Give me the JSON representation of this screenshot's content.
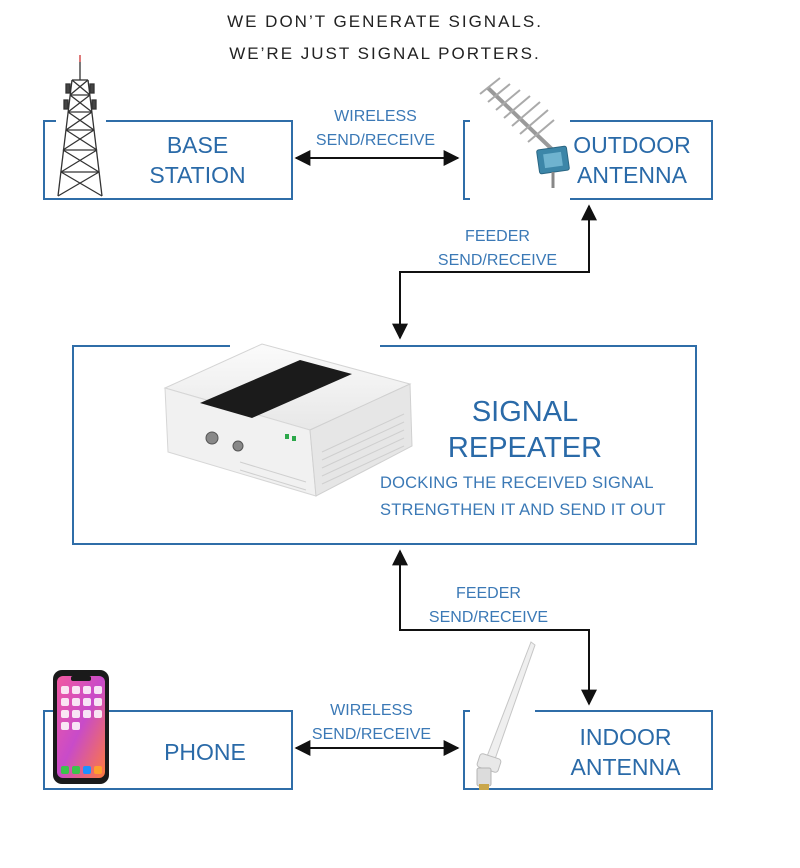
{
  "header": {
    "line1": "WE DON’T GENERATE SIGNALS.",
    "line2": "WE’RE JUST SIGNAL PORTERS."
  },
  "nodes": {
    "base_station": {
      "line1": "BASE",
      "line2": "STATION",
      "icon": "cell-tower-icon"
    },
    "outdoor_antenna": {
      "line1": "OUTDOOR",
      "line2": "ANTENNA",
      "icon": "yagi-antenna-icon"
    },
    "signal_repeater": {
      "line1": "SIGNAL",
      "line2": "REPEATER",
      "desc1": "DOCKING THE RECEIVED SIGNAL",
      "desc2": "STRENGTHEN IT AND SEND IT OUT",
      "icon": "repeater-device-icon"
    },
    "phone": {
      "line1": "PHONE",
      "icon": "smartphone-icon"
    },
    "indoor_antenna": {
      "line1": "INDOOR",
      "line2": "ANTENNA",
      "icon": "whip-antenna-icon"
    }
  },
  "connections": {
    "top": {
      "line1": "WIRELESS",
      "line2": "SEND/RECEIVE"
    },
    "feeder_top": {
      "line1": "FEEDER",
      "line2": "SEND/RECEIVE"
    },
    "feeder_bottom": {
      "line1": "FEEDER",
      "line2": "SEND/RECEIVE"
    },
    "bottom": {
      "line1": "WIRELESS",
      "line2": "SEND/RECEIVE"
    }
  },
  "colors": {
    "box_border": "#2f6da8",
    "text_blue": "#2a6aa8",
    "arrow": "#111111"
  }
}
